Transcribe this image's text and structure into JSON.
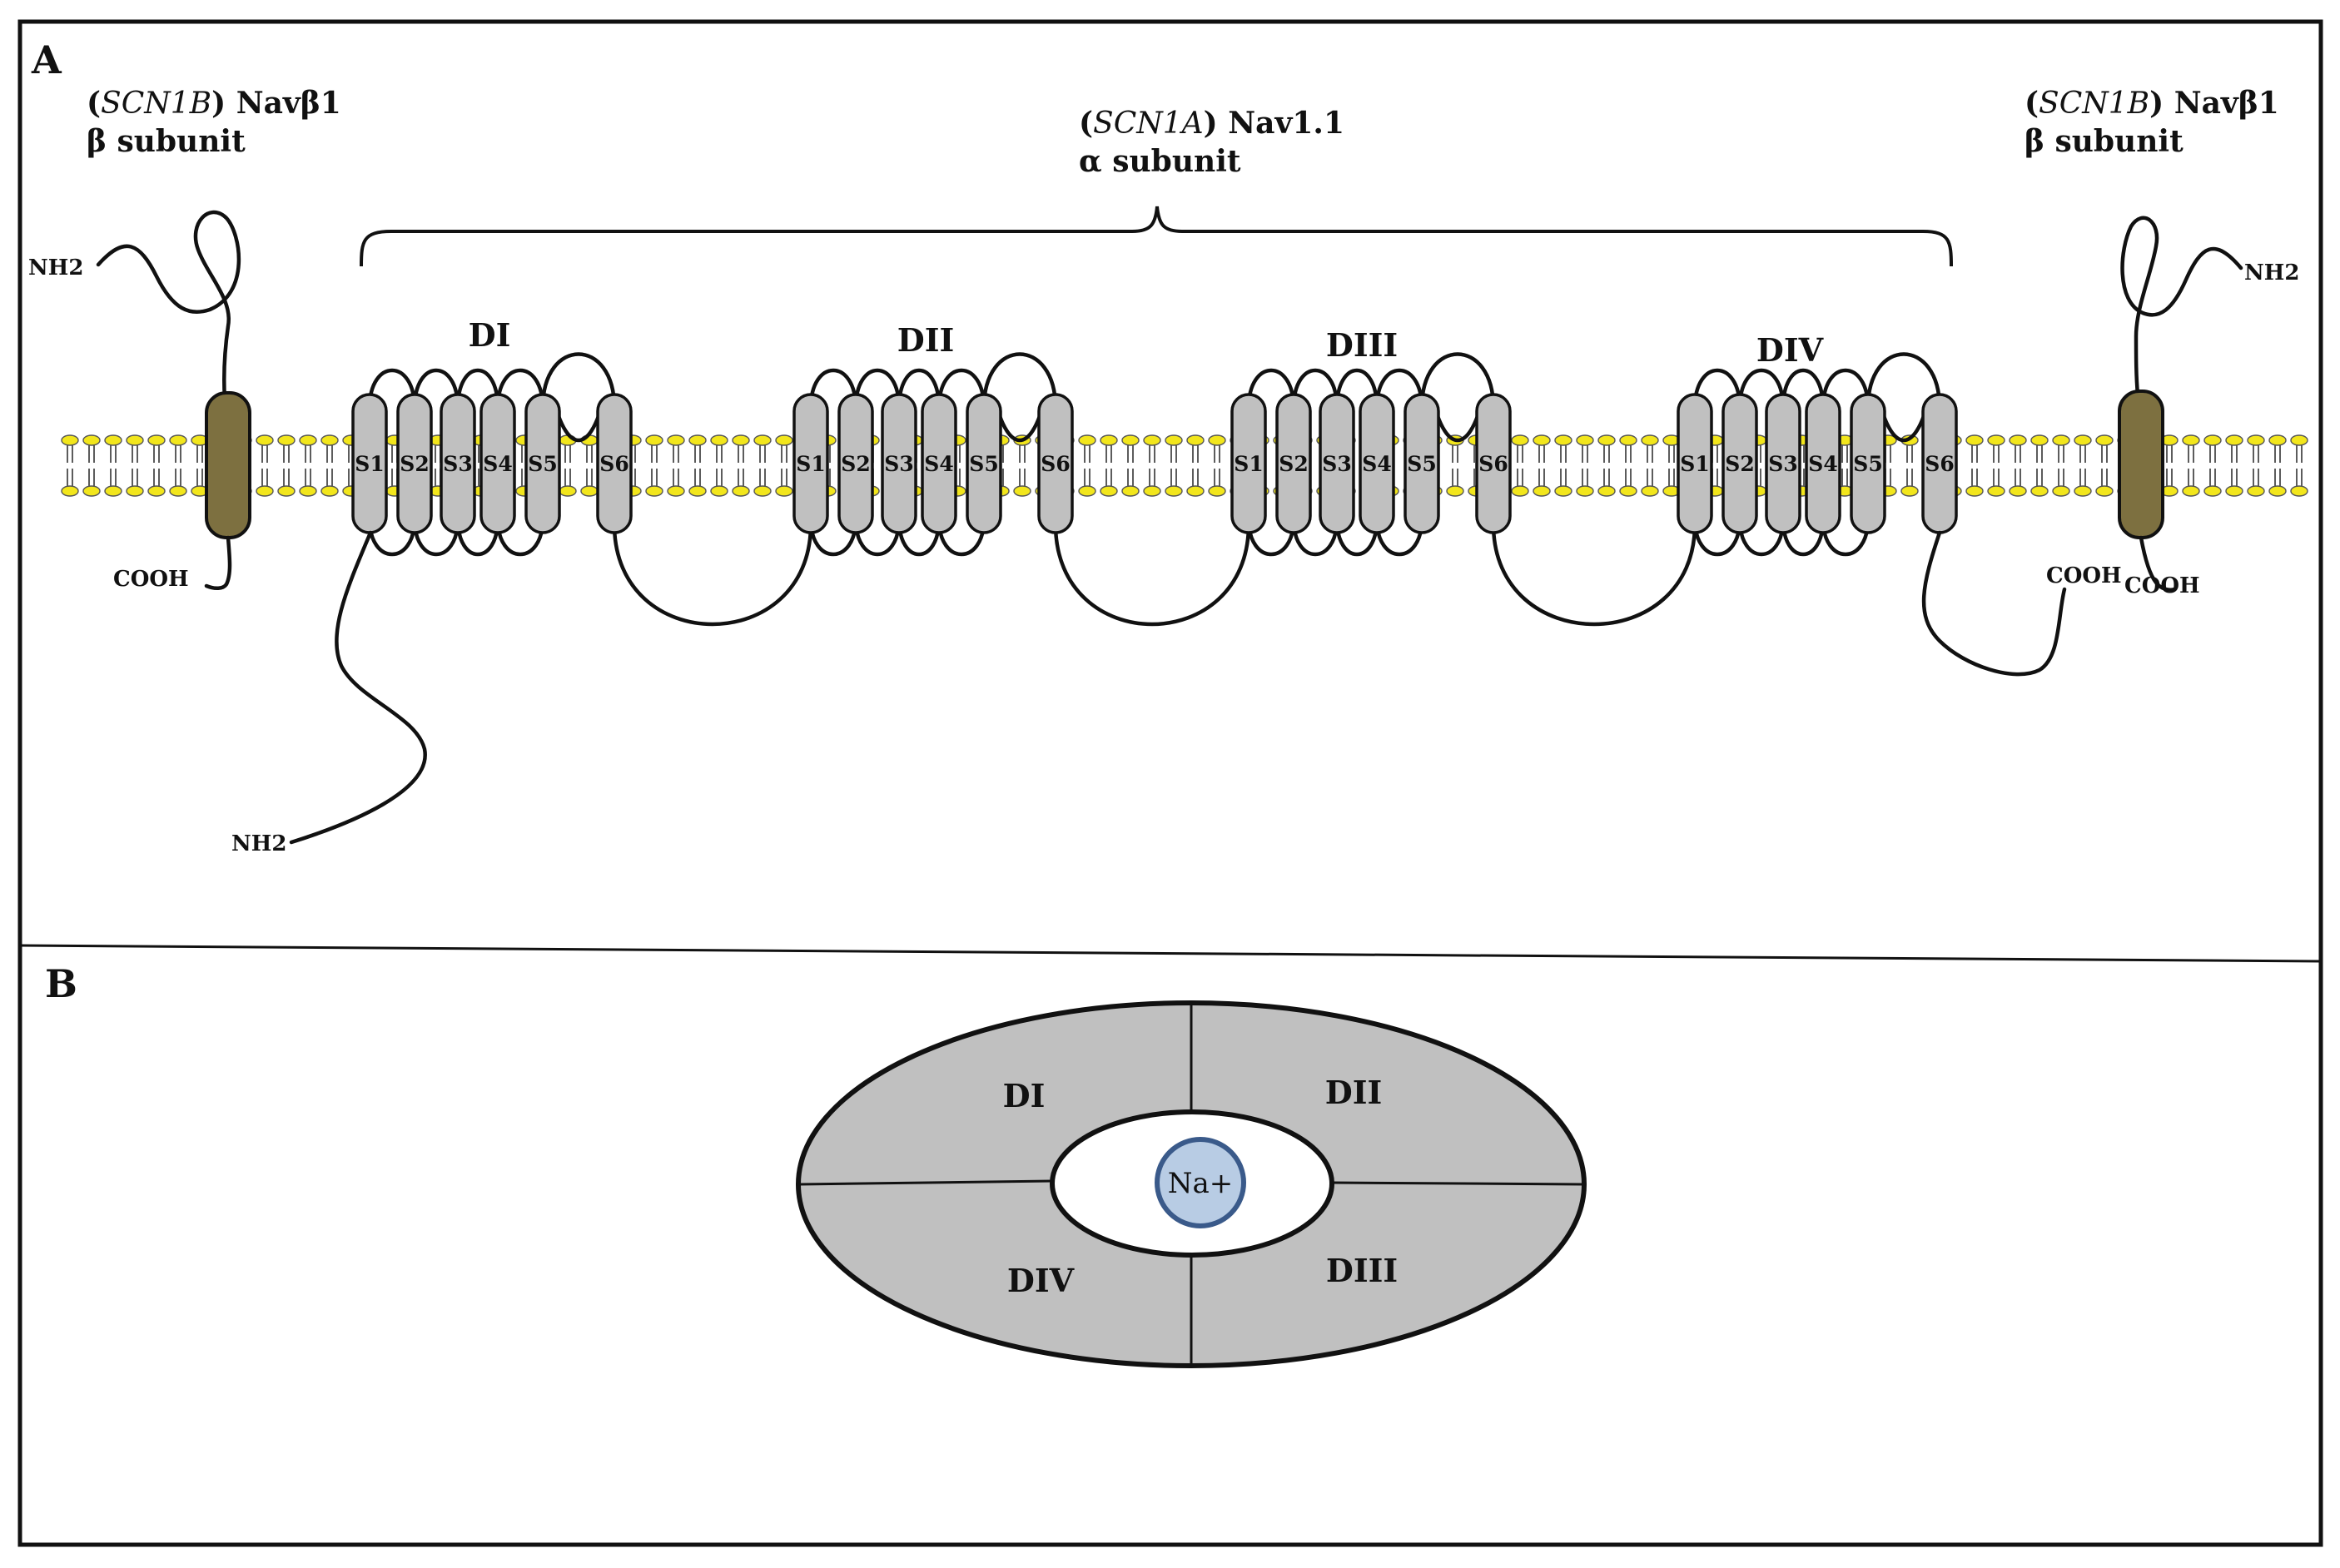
{
  "panels": {
    "a": {
      "letter": "A"
    },
    "b": {
      "letter": "B"
    }
  },
  "alpha_subunit": {
    "gene": "SCN1A",
    "protein": "Nav1.1",
    "subunit": "α subunit",
    "domains": [
      "DI",
      "DII",
      "DIII",
      "DIV"
    ],
    "segments": [
      "S1",
      "S2",
      "S3",
      "S4",
      "S5",
      "S6"
    ],
    "n_terminus": "NH2",
    "c_terminus": "COOH"
  },
  "beta_left": {
    "gene": "SCN1B",
    "protein": "Navβ1",
    "subunit": "β subunit",
    "n_terminus": "NH2",
    "c_terminus": "COOH"
  },
  "beta_right": {
    "gene": "SCN1B",
    "protein": "Navβ1",
    "subunit": "β subunit",
    "n_terminus": "NH2",
    "c_terminus": "COOH"
  },
  "pore": {
    "quadrants": [
      "DI",
      "DII",
      "DIII",
      "DIV"
    ],
    "ion": "Na+"
  },
  "colors": {
    "lipid_head": "#f2e61c",
    "segment_fill": "#c0c0c0",
    "beta_fill": "#7d7040",
    "ring_fill": "#c0c0c0",
    "ion_fill": "#b8cce4",
    "ion_stroke": "#3a5a8a"
  }
}
